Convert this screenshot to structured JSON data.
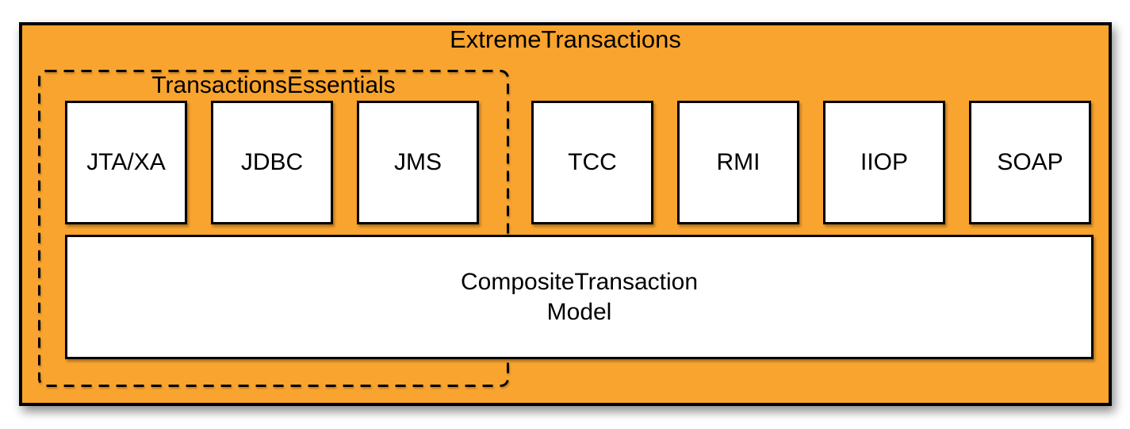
{
  "diagram": {
    "title": "ExtremeTransactions",
    "group": {
      "label": "TransactionsEssentials",
      "modules": [
        {
          "label": "JTA/XA"
        },
        {
          "label": "JDBC"
        },
        {
          "label": "JMS"
        }
      ]
    },
    "modules": [
      {
        "label": "TCC"
      },
      {
        "label": "RMI"
      },
      {
        "label": "IIOP"
      },
      {
        "label": "SOAP"
      }
    ],
    "composite": {
      "line1": "CompositeTransaction",
      "line2": "Model"
    },
    "colors": {
      "container_fill": "#F9A42E",
      "module_fill": "#FFFFFF",
      "border": "#000000"
    }
  }
}
